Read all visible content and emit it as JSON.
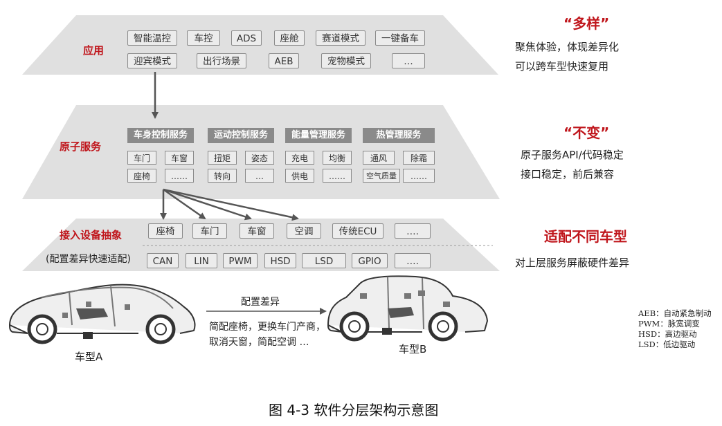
{
  "layers": {
    "app": {
      "title": "应用",
      "row1": [
        "智能温控",
        "车控",
        "ADS",
        "座舱",
        "赛道模式",
        "一键备车"
      ],
      "row2": [
        "迎宾模式",
        "出行场景",
        "AEB",
        "宠物模式",
        "…"
      ]
    },
    "atomic": {
      "title": "原子服务",
      "groups": [
        {
          "header": "车身控制服务",
          "items": [
            "车门",
            "车窗",
            "座椅",
            "……"
          ]
        },
        {
          "header": "运动控制服务",
          "items": [
            "扭矩",
            "姿态",
            "转向",
            "…"
          ]
        },
        {
          "header": "能量管理服务",
          "items": [
            "充电",
            "均衡",
            "供电",
            "……"
          ]
        },
        {
          "header": "热管理服务",
          "items": [
            "通风",
            "除霜",
            "空气质量",
            "……"
          ]
        }
      ]
    },
    "device": {
      "title": "接入设备抽象",
      "subtitle": "(配置差异快速适配)",
      "row1": [
        "座椅",
        "车门",
        "车窗",
        "空调",
        "传统ECU",
        "…."
      ],
      "row2": [
        "CAN",
        "LIN",
        "PWM",
        "HSD",
        "LSD",
        "GPIO",
        "…."
      ]
    }
  },
  "right": {
    "app_head": "“多样”",
    "app_lines": [
      "聚焦体验，体现差异化",
      "可以跨车型快速复用"
    ],
    "atomic_head": "“不变”",
    "atomic_lines": [
      "原子服务API/代码稳定",
      "接口稳定，前后兼容"
    ],
    "device_head": "适配不同车型",
    "device_lines": [
      "对上层服务屏蔽硬件差异"
    ]
  },
  "cars": {
    "car_a": "车型A",
    "car_b": "车型B",
    "arrow_label": "配置差异",
    "diff_lines": [
      "简配座椅，更换车门产商，",
      "取消天窗，简配空调 …"
    ]
  },
  "legend": [
    "AEB：自动紧急制动",
    "PWM：脉宽调变",
    "HSD：高边驱动",
    "LSD：低边驱动"
  ],
  "caption": "图  4-3  软件分层架构示意图"
}
